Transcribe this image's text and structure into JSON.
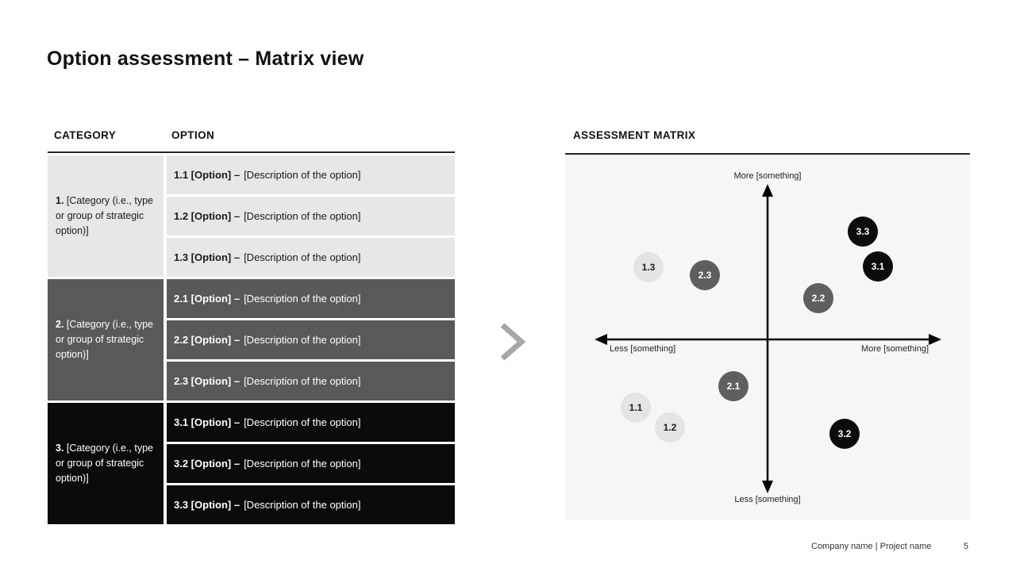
{
  "slide": {
    "title": "Option assessment – Matrix view",
    "footer": {
      "company_project": "Company name | Project name",
      "page_number": "5"
    }
  },
  "table": {
    "headers": {
      "category": "CATEGORY",
      "option": "OPTION"
    },
    "groups": [
      {
        "category_prefix": "1.",
        "category_text": "[Category (i.e., type or group of strategic option)]",
        "options": [
          {
            "prefix": "1.1 [Option] –",
            "description": "[Description of the option]"
          },
          {
            "prefix": "1.2 [Option] –",
            "description": "[Description of the option]"
          },
          {
            "prefix": "1.3 [Option] –",
            "description": "[Description of the option]"
          }
        ]
      },
      {
        "category_prefix": "2.",
        "category_text": "[Category (i.e., type or group of strategic option)]",
        "options": [
          {
            "prefix": "2.1 [Option] –",
            "description": "[Description of the option]"
          },
          {
            "prefix": "2.2 [Option] –",
            "description": "[Description of the option]"
          },
          {
            "prefix": "2.3 [Option] –",
            "description": "[Description of the option]"
          }
        ]
      },
      {
        "category_prefix": "3.",
        "category_text": "[Category (i.e., type or group of strategic option)]",
        "options": [
          {
            "prefix": "3.1 [Option] –",
            "description": "[Description of the option]"
          },
          {
            "prefix": "3.2 [Option] –",
            "description": "[Description of the option]"
          },
          {
            "prefix": "3.3 [Option] –",
            "description": "[Description of the option]"
          }
        ]
      }
    ]
  },
  "matrix": {
    "header": "ASSESSMENT MATRIX",
    "axis_labels": {
      "top": "More [something]",
      "bottom": "Less [something]",
      "left": "Less [something]",
      "right": "More [something]"
    },
    "bubbles": [
      {
        "label": "1.3",
        "category": 1,
        "px": 105,
        "py": 142
      },
      {
        "label": "2.3",
        "category": 2,
        "px": 176,
        "py": 152
      },
      {
        "label": "3.3",
        "category": 3,
        "px": 375,
        "py": 97
      },
      {
        "label": "3.1",
        "category": 3,
        "px": 394,
        "py": 141
      },
      {
        "label": "2.2",
        "category": 2,
        "px": 319,
        "py": 181
      },
      {
        "label": "2.1",
        "category": 2,
        "px": 212,
        "py": 292
      },
      {
        "label": "1.1",
        "category": 1,
        "px": 89,
        "py": 319
      },
      {
        "label": "1.2",
        "category": 1,
        "px": 132,
        "py": 344
      },
      {
        "label": "3.2",
        "category": 3,
        "px": 352,
        "py": 352
      }
    ]
  },
  "chart_data": {
    "type": "scatter",
    "title": "ASSESSMENT MATRIX",
    "xlabel_left": "Less [something]",
    "xlabel_right": "More [something]",
    "ylabel_top": "More [something]",
    "ylabel_bottom": "Less [something]",
    "xlim": [
      -1,
      1
    ],
    "ylim": [
      -1,
      1
    ],
    "grid": false,
    "points": [
      {
        "label": "1.1",
        "x": -0.77,
        "y": -0.45,
        "category": 1
      },
      {
        "label": "1.2",
        "x": -0.57,
        "y": -0.58,
        "category": 1
      },
      {
        "label": "1.3",
        "x": -0.7,
        "y": 0.48,
        "category": 1
      },
      {
        "label": "2.1",
        "x": -0.2,
        "y": -0.31,
        "category": 2
      },
      {
        "label": "2.2",
        "x": 0.3,
        "y": 0.27,
        "category": 2
      },
      {
        "label": "2.3",
        "x": -0.37,
        "y": 0.42,
        "category": 2
      },
      {
        "label": "3.1",
        "x": 0.65,
        "y": 0.48,
        "category": 3
      },
      {
        "label": "3.2",
        "x": 0.45,
        "y": -0.63,
        "category": 3
      },
      {
        "label": "3.3",
        "x": 0.56,
        "y": 0.72,
        "category": 3
      }
    ]
  },
  "colors": {
    "category1": "#e7e7e7",
    "category2": "#595959",
    "category3": "#0b0b0b",
    "panel_background": "#f6f6f6",
    "chevron": "#a7a7a7",
    "header_rule": "#262626"
  }
}
